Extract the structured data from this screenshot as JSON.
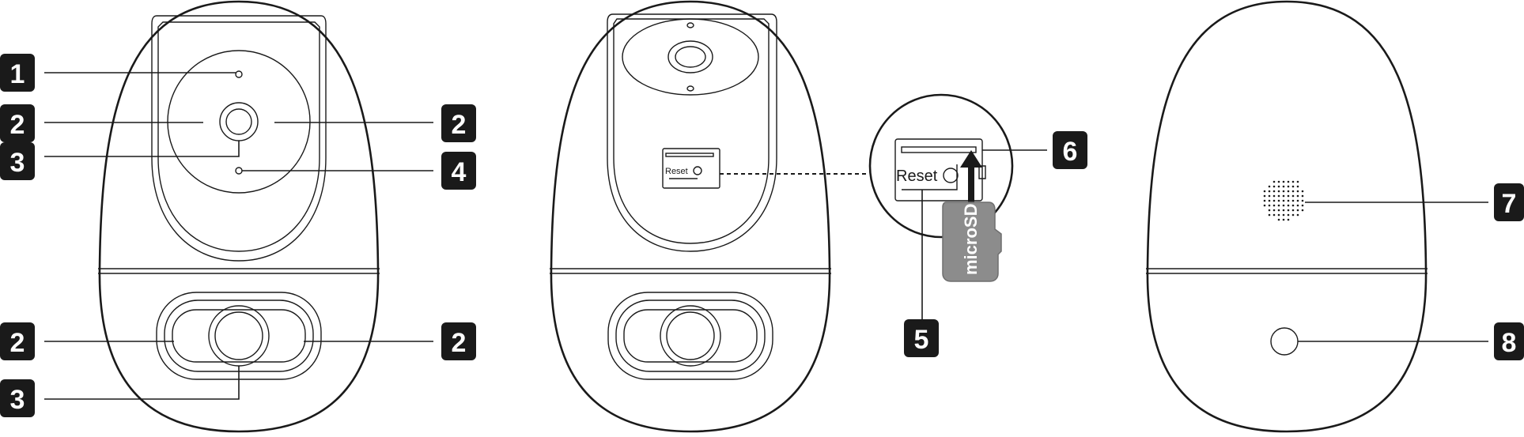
{
  "diagram": {
    "callouts": [
      "1",
      "2",
      "2",
      "3",
      "4",
      "2",
      "2",
      "3",
      "5",
      "6",
      "7",
      "8"
    ],
    "reset_label": "Reset",
    "sd_card_label": "microSD"
  }
}
